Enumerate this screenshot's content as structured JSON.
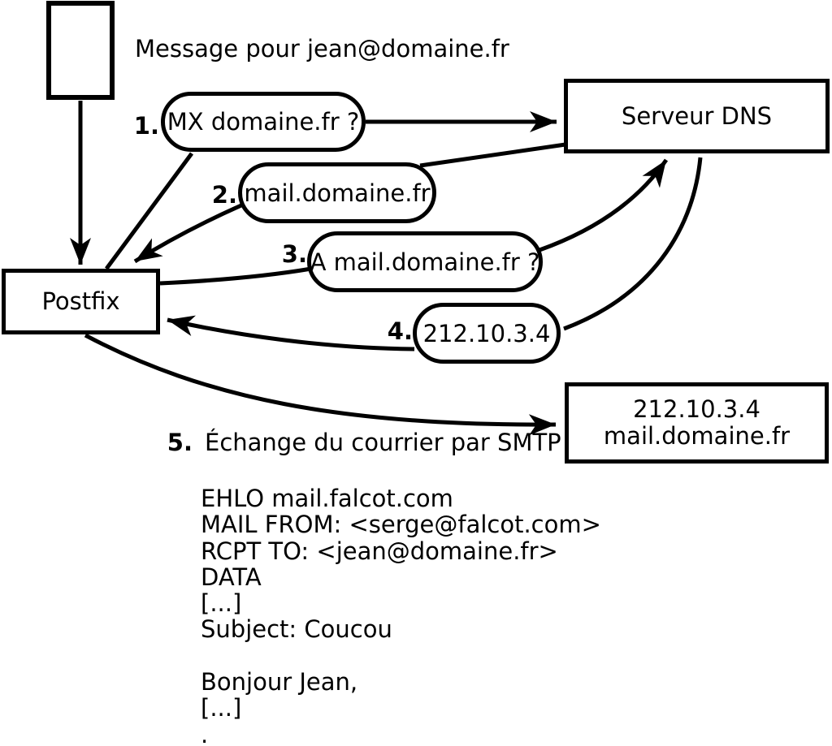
{
  "colors": {
    "ink": "#000000",
    "background": "#ffffff"
  },
  "diagram": {
    "message_label": "Message pour jean@domaine.fr",
    "nodes": {
      "postfix": "Postfix",
      "dns": "Serveur DNS",
      "mail_server": {
        "line1": "212.10.3.4",
        "line2": "mail.domaine.fr"
      }
    },
    "steps": [
      {
        "num": "1.",
        "label": "MX domaine.fr ?"
      },
      {
        "num": "2.",
        "label": "mail.domaine.fr"
      },
      {
        "num": "3.",
        "label": "A mail.domaine.fr ?"
      },
      {
        "num": "4.",
        "label": "212.10.3.4"
      },
      {
        "num": "5.",
        "label": "Échange du courrier par SMTP"
      }
    ],
    "smtp_session": [
      "EHLO mail.falcot.com",
      "MAIL FROM: <serge@falcot.com>",
      "RCPT TO: <jean@domaine.fr>",
      "DATA",
      "[...]",
      "Subject: Coucou",
      "",
      "Bonjour Jean,",
      "[...]",
      "."
    ]
  }
}
